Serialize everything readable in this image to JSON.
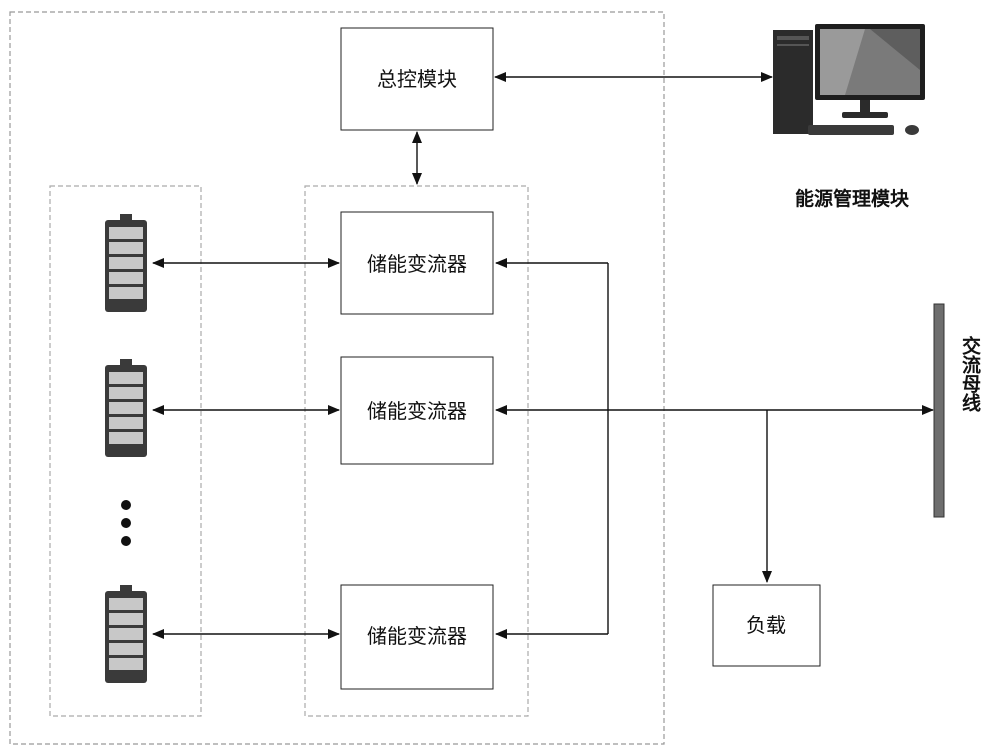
{
  "diagram": {
    "main_controller": "总控模块",
    "energy_management": "能源管理模块",
    "converters": [
      "储能变流器",
      "储能变流器",
      "储能变流器"
    ],
    "ac_bus": "交流母线",
    "load": "负载",
    "colors": {
      "line": "#111111",
      "dashed_border": "#999999",
      "battery_body": "#3a3a3a",
      "battery_cell": "#c8c8c8",
      "bus_bar": "#6e6e6e"
    }
  }
}
